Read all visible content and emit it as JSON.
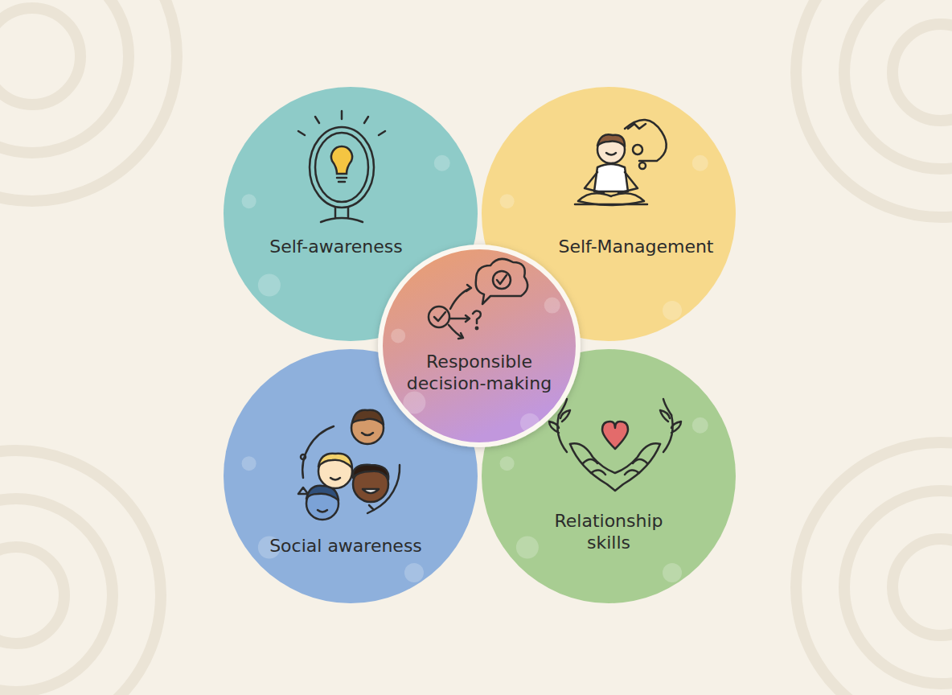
{
  "diagram": {
    "nodes": [
      {
        "text": [
          "Self-awareness"
        ]
      },
      {
        "text": [
          "Self-Management"
        ]
      },
      {
        "text": [
          "Responsible decision-making"
        ]
      },
      {
        "text": [
          "Social awareness"
        ]
      },
      {
        "text": [
          "Relationship skills"
        ]
      }
    ]
  }
}
